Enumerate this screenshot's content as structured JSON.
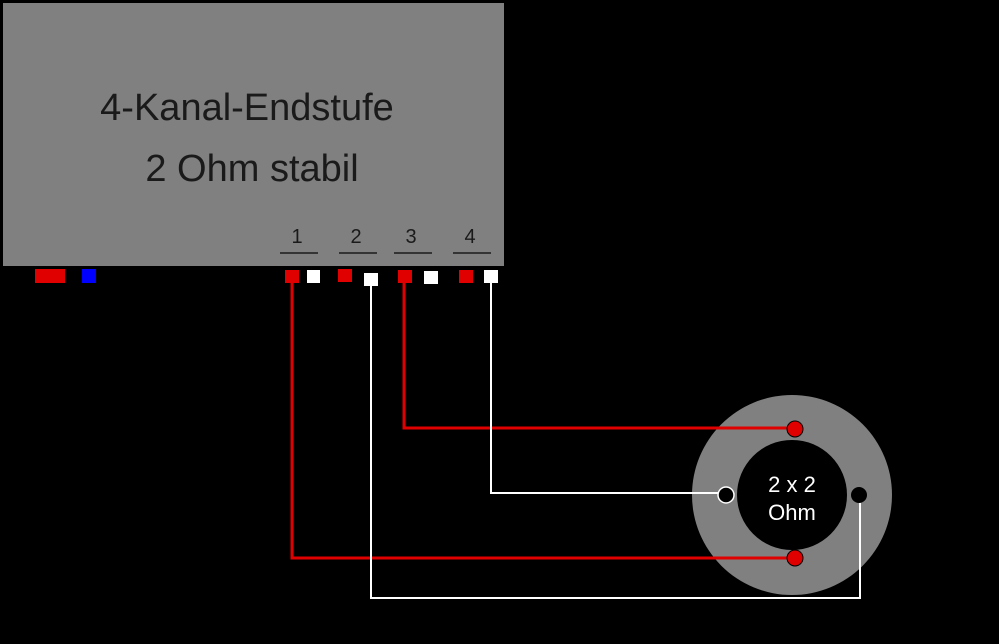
{
  "amplifier": {
    "title_line1": "4-Kanal-Endstufe",
    "title_line2": "2 Ohm stabil",
    "channels": [
      "1",
      "2",
      "3",
      "4"
    ]
  },
  "speaker": {
    "label_line1": "2 x 2",
    "label_line2": "Ohm"
  },
  "colors": {
    "background": "#000000",
    "amp_body": "#808080",
    "speaker_ring": "#808080",
    "positive": "#e00000",
    "negative": "#ffffff",
    "power_negative": "#0000ff"
  }
}
